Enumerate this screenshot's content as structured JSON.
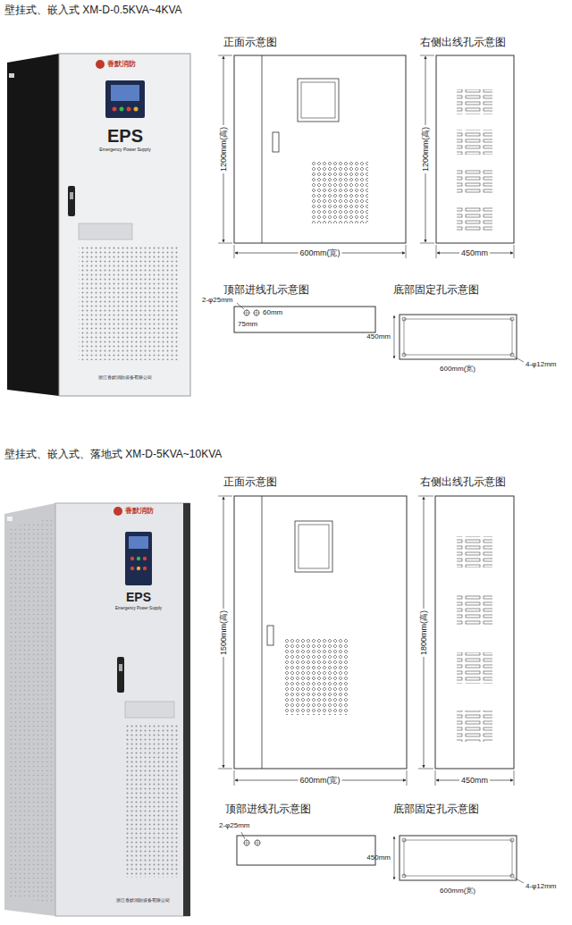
{
  "diagram": {
    "labels": [
      "壁挂式、嵌入式 XM-D-0.5KVA~4KVA",
      "香默消防",
      "EPS",
      "Emergency Power Supply",
      "浙江香默消防设备有限公司",
      "正面示意图",
      "1200mm(高)",
      "600mm(宽)",
      "右侧出线孔示意图",
      "1200mm(高)",
      "450mm",
      "顶部进线孔示意图",
      "2-φ25mm",
      "60mm",
      "75mm",
      "底部固定孔示意图",
      "450mm",
      "4-φ12mm",
      "600mm(宽)",
      "壁挂式、嵌入式、落地式 XM-D-5KVA~10KVA",
      "香默消防",
      "EPS",
      "Emergency Power Supply",
      "浙江香默消防设备有限公司",
      "正面示意图",
      "1500mm(高)",
      "600mm(宽)",
      "右侧出线孔示意图",
      "1800mm(高)",
      "450mm",
      "顶部进线孔示意图",
      "2-φ25mm",
      "底部固定孔示意图",
      "450mm",
      "4-φ12mm",
      "600mm(宽)"
    ]
  }
}
